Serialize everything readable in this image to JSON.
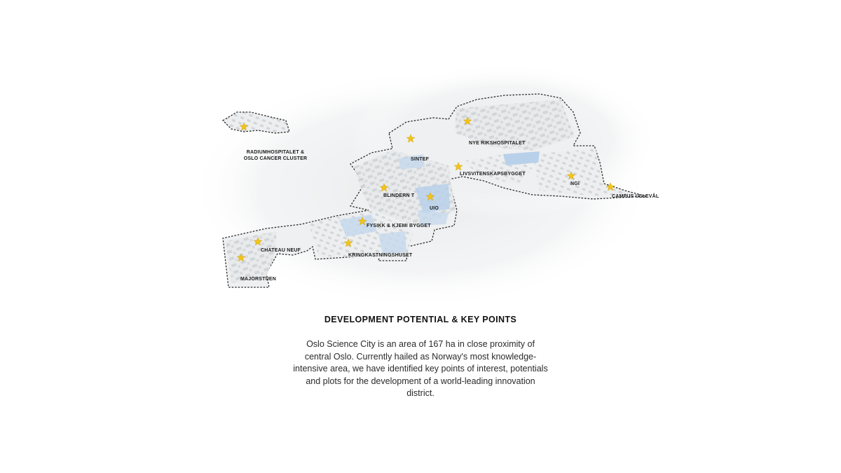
{
  "map": {
    "accent_star": "#f2c31b",
    "boundary_color": "#2b2b2b",
    "water_color": "#b9d0ea",
    "points": [
      {
        "id": "radiumhospitalet",
        "lines": [
          "RADIUMHOSPITALET &",
          "OSLO CANCER CLUSTER"
        ]
      },
      {
        "id": "nye-rikshospitalet",
        "lines": [
          "NYE RIKSHOSPITALET"
        ]
      },
      {
        "id": "sintef",
        "lines": [
          "SINTEF"
        ]
      },
      {
        "id": "livsvitenskapsbygget",
        "lines": [
          "LIVSVITENSKAPSBYGGET"
        ]
      },
      {
        "id": "ngi",
        "lines": [
          "NGI"
        ]
      },
      {
        "id": "campus-ulleval",
        "lines": [
          "CAMPUS ULLEVÅL"
        ]
      },
      {
        "id": "blindern",
        "lines": [
          "BLINDERN T"
        ]
      },
      {
        "id": "uio",
        "lines": [
          "UIO"
        ]
      },
      {
        "id": "fysikk-kjemi",
        "lines": [
          "FYSIKK & KJEMI BYGGET"
        ]
      },
      {
        "id": "kringkastningshuset",
        "lines": [
          "KRINGKASTNINGSHUSET"
        ]
      },
      {
        "id": "chateau-neuf",
        "lines": [
          "CHATEAU NEUF"
        ]
      },
      {
        "id": "majorstuen",
        "lines": [
          "MAJORSTUEN"
        ]
      }
    ]
  },
  "title": "DEVELOPMENT POTENTIAL & KEY POINTS",
  "description": "Oslo Science City is an area of 167 ha in close proximity of central Oslo. Currently hailed as Norway's most knowledge-intensive area, we have identified key points of interest, potentials and plots for the development of a world-leading innovation district."
}
